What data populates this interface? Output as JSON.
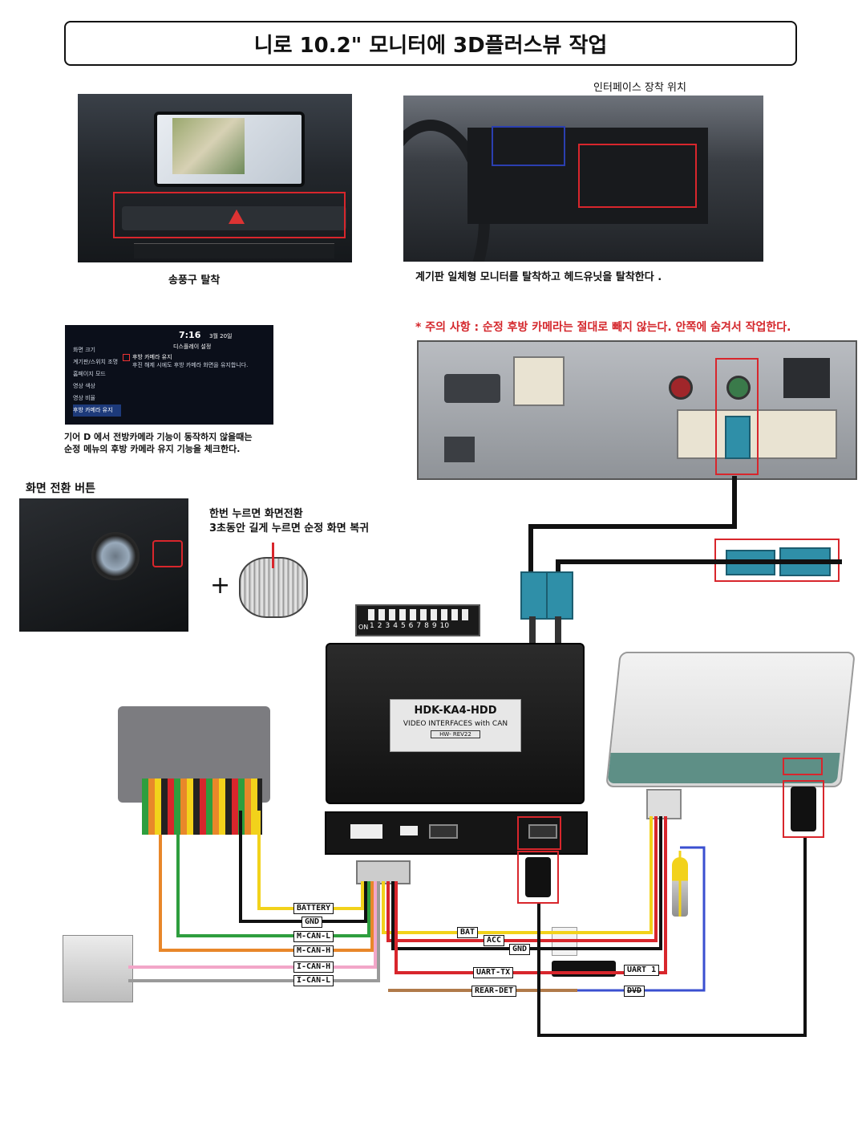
{
  "title": "니로 10.2\" 모니터에  3D플러스뷰 작업",
  "captions": {
    "vent_removal": "송풍구 탈착",
    "interface_location": "인터페이스 장착 위치",
    "remove_monitor": "계기판 일체형 모니터를 탈착하고 헤드유닛을 탈착한다 .",
    "warning": "* 주의 사항 : 순정 후방 카메라는 절대로 빼지 않는다. 안쪽에 숨겨서 작업한다.",
    "gear_d_line1": "기어 D 에서 전방카메라 기능이 동작하지 않을때는",
    "gear_d_line2": "순정 메뉴의 후방 카메라 유지 기능을 체크한다.",
    "switch_button": "화면 전환 버튼",
    "press_line1": "한번 누르면 화면전환",
    "press_line2": "3초동안 길게 누르면 순정 화면 복귀"
  },
  "settings_screen": {
    "time": "7:16",
    "date": "3월 20일",
    "header": "디스플레이 설정",
    "menu": [
      "화면 크기",
      "계기판/스위치 조명",
      "홈페이지 모드",
      "영상 색상",
      "영상 비율",
      "후방 카메라 유지"
    ],
    "option_title": "후방 카메라 유지",
    "option_desc": "후진 해제 시에도 후방 카메라 화면을 유지합니다."
  },
  "device": {
    "model": "HDK-KA4-HDD",
    "subtitle": "VIDEO INTERFACES with CAN",
    "rev": "HW- REV22"
  },
  "dip_switch": {
    "on_label": "ON",
    "numbers": [
      "1",
      "2",
      "3",
      "4",
      "5",
      "6",
      "7",
      "8",
      "9",
      "10"
    ]
  },
  "wire_labels": {
    "battery": "BATTERY",
    "gnd": "GND",
    "m_can_l": "M-CAN-L",
    "m_can_h": "M-CAN-H",
    "i_can_h": "I-CAN-H",
    "i_can_l": "I-CAN-L",
    "bat": "BAT",
    "acc": "ACC",
    "gnd2": "GND",
    "uart_tx": "UART-TX",
    "rear_det": "REAR-DET",
    "uart1": "UART 1",
    "dvd": "DVD"
  },
  "colors": {
    "red_highlight": "#d8262c",
    "blue_highlight": "#2b3fb0",
    "wire_yellow": "#f2d21b",
    "wire_black": "#111111",
    "wire_green": "#2e9e3e",
    "wire_orange": "#e8872a",
    "wire_pink": "#f2a6c8",
    "wire_gray": "#9a9a9a",
    "wire_red": "#d8262c",
    "wire_brown": "#b07a4a",
    "wire_blue": "#3a4fd0",
    "fakra_teal": "#2f8fa8"
  }
}
